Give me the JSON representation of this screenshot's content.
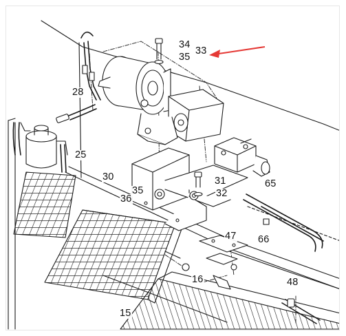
{
  "diagram": {
    "callouts": [
      {
        "id": "34",
        "text": "34"
      },
      {
        "id": "35a",
        "text": "35"
      },
      {
        "id": "33",
        "text": "33"
      },
      {
        "id": "28",
        "text": "28"
      },
      {
        "id": "25",
        "text": "25"
      },
      {
        "id": "30",
        "text": "30"
      },
      {
        "id": "31",
        "text": "31"
      },
      {
        "id": "32",
        "text": "32"
      },
      {
        "id": "35b",
        "text": "35"
      },
      {
        "id": "36",
        "text": "36"
      },
      {
        "id": "65",
        "text": "65"
      },
      {
        "id": "66",
        "text": "66"
      },
      {
        "id": "47",
        "text": "47"
      },
      {
        "id": "16",
        "text": "16"
      },
      {
        "id": "48",
        "text": "48"
      },
      {
        "id": "15",
        "text": "15"
      }
    ],
    "highlight": {
      "target": "33",
      "color": "#e53935"
    },
    "colors": {
      "line": "#1a1a1a",
      "background": "#ffffff",
      "frame": "#e6e6e6"
    }
  }
}
